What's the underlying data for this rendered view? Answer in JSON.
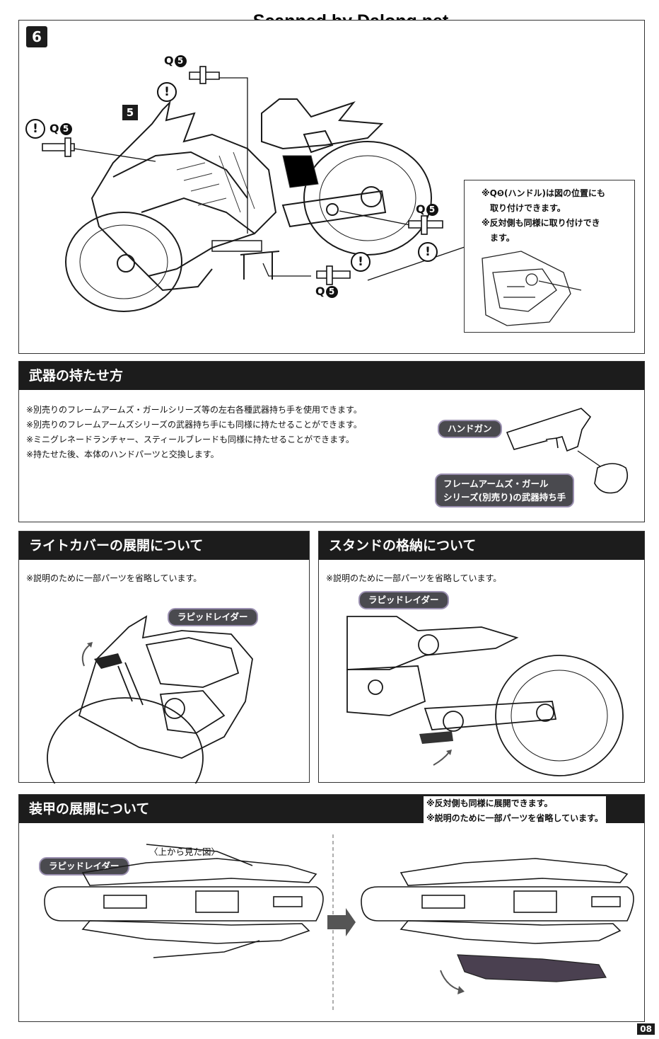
{
  "watermark": "Scanned by Dalong.net",
  "step": {
    "number": "6",
    "sub_number": "5",
    "part_label": "Q",
    "part_num": "5",
    "warn_symbol": "!",
    "callout_lines": [
      "※Q❺(ハンドル)は図の位置にも",
      "取り付けできます。",
      "※反対側も同様に取り付けでき",
      "ます。"
    ]
  },
  "weapon": {
    "title": "武器の持たせ方",
    "lines": [
      "※別売りのフレームアームズ・ガールシリーズ等の左右各種武器持ち手を使用できます。",
      "※別売りのフレームアームズシリーズの武器持ち手にも同様に持たせることができます。",
      "※ミニグレネードランチャー、スティールブレードも同様に持たせることができます。",
      "※持たせた後、本体のハンドパーツと交換します。"
    ],
    "tag_handgun": "ハンドガン",
    "tag_hand_line1": "フレームアームズ・ガール",
    "tag_hand_line2": "シリーズ(別売り)の武器持ち手"
  },
  "light_cover": {
    "title": "ライトカバーの展開について",
    "note": "※説明のために一部パーツを省略しています。",
    "tag": "ラピッドレイダー"
  },
  "stand": {
    "title": "スタンドの格納について",
    "note": "※説明のために一部パーツを省略しています。",
    "tag": "ラピッドレイダー"
  },
  "armor": {
    "title": "装甲の展開について",
    "note1": "※反対側も同様に展開できます。",
    "note2": "※説明のために一部パーツを省略しています。",
    "view_caption": "〈上から見た図〉",
    "tag": "ラピッドレイダー"
  },
  "page_number": "08"
}
